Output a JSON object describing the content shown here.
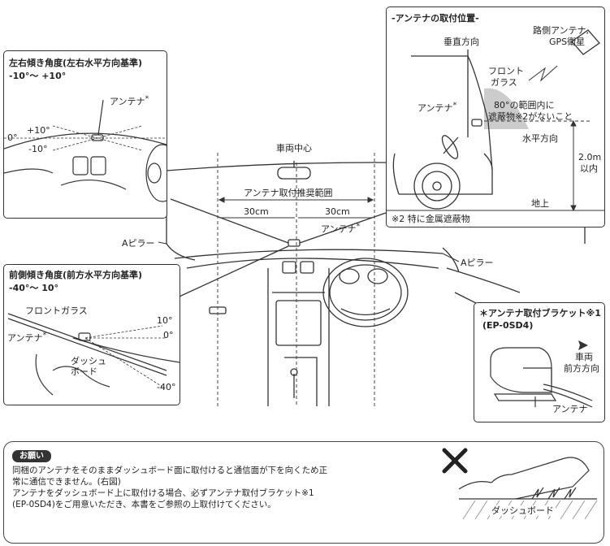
{
  "center": {
    "vehicle_center": "車両中心",
    "recommend_range": "アンテナ取付推奨範囲",
    "left_width": "30cm",
    "right_width": "30cm",
    "antenna_label": "アンテナ",
    "a_pillar_left": "Aピラー",
    "a_pillar_right": "Aピラー"
  },
  "tilt_lr_panel": {
    "title": "左右傾き角度(左右水平方向基準)",
    "range": "-10°～ +10°",
    "antenna_label": "アンテナ",
    "plus": "+10°",
    "zero": "0°",
    "minus": "-10°"
  },
  "tilt_fb_panel": {
    "title": "前側傾き角度(前方水平方向基準)",
    "range": "-40°～ 10°",
    "windshield": "フロントガラス",
    "antenna_label": "アンテナ",
    "dashboard": "ダッシュ\nボード",
    "a10": "10°",
    "a0": "0°",
    "a40": "-40°"
  },
  "position_panel": {
    "title": "-アンテナの取付位置-",
    "roadside": "路側アンテナ,",
    "gps": "GPS衛星",
    "vertical": "垂直方向",
    "windshield_1": "フロント",
    "windshield_2": "ガラス",
    "antenna_label": "アンテナ",
    "range_1": "80°の範囲内に",
    "range_2": "遮蔽物※2がないこと",
    "horizontal": "水平方向",
    "height_1": "2.0m",
    "height_2": "以内",
    "ground": "地上",
    "note": "※2 特に金属遮蔽物"
  },
  "bracket_panel": {
    "title": "＊アンテナ取付ブラケット※1",
    "model": "(EP-0SD4)",
    "front_1": "車両",
    "front_2": "前方方向",
    "antenna_label": "アンテナ"
  },
  "notice": {
    "badge": "お願い",
    "line1": "同梱のアンテナをそのままダッシュボード面に取付けると通信面が下を向くため正",
    "line2": "常に通信できません。(右図)",
    "line3": "アンテナをダッシュボード上に取付ける場合、必ずアンテナ取付ブラケット※1",
    "line4": "(EP-0SD4)をご用意いただき、本書をご参照の上取付けてください。",
    "dashboard_label": "ダッシュボード"
  }
}
